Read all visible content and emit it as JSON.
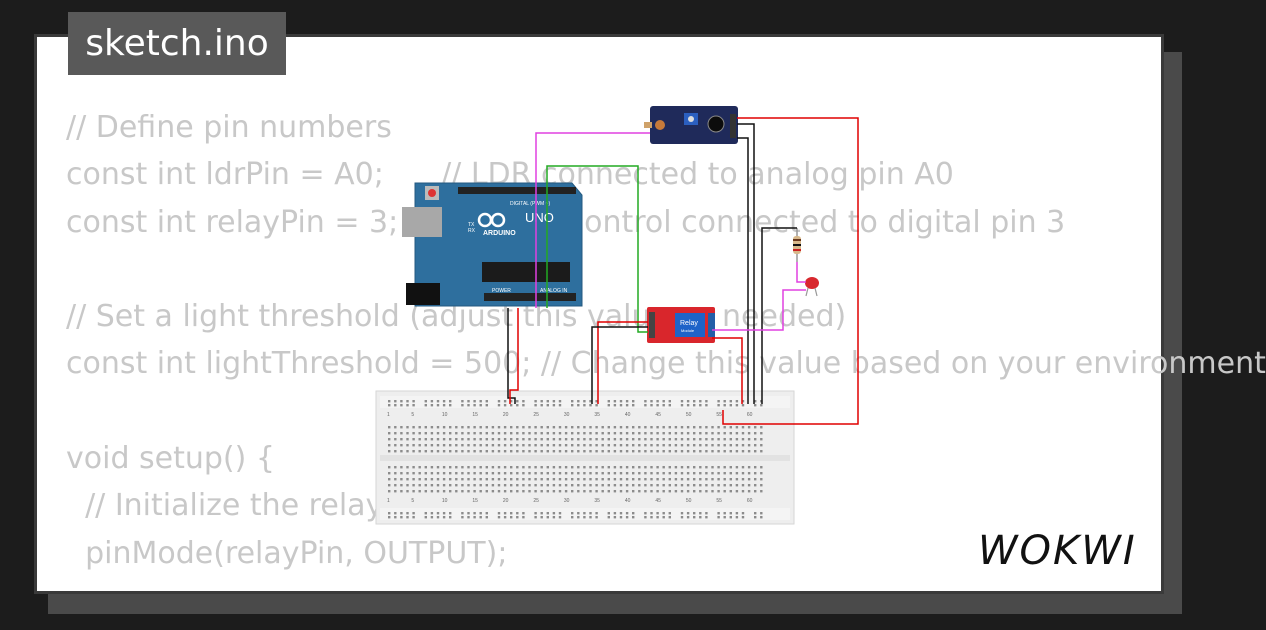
{
  "file_tab": {
    "label": "sketch.ino"
  },
  "code_lines": [
    "// Define pin numbers",
    "const int ldrPin = A0;      // LDR connected to analog pin A0",
    "const int relayPin = 3;     // Relay control connected to digital pin 3",
    "",
    "// Set a light threshold (adjust this value as needed)",
    "const int lightThreshold = 500; // Change this value based on your environment",
    "",
    "void setup() {",
    "  // Initialize the relay pin as an output",
    "  pinMode(relayPin, OUTPUT);"
  ],
  "arduino": {
    "brand": "ARDUINO",
    "model": "UNO",
    "header_digital": "DIGITAL (PWM ~)",
    "header_power": "POWER",
    "header_analog": "ANALOG IN",
    "tx": "TX",
    "rx": "RX"
  },
  "relay": {
    "label": "Relay",
    "sublabel": "Module"
  },
  "breadboard": {
    "col_numbers": [
      "1",
      "5",
      "10",
      "15",
      "20",
      "25",
      "30",
      "35",
      "40",
      "45",
      "50",
      "55",
      "60"
    ]
  },
  "brand_logo": {
    "text": "WOKWI"
  },
  "colors": {
    "background": "#1c1c1c",
    "card": "#ffffff",
    "tab": "#595959",
    "code_text": "#c8c8c8",
    "arduino_board": "#2e6f9e",
    "sensor_board": "#1f2a5a",
    "relay_board": "#d9262c",
    "wire_red": "#e00000",
    "wire_black": "#111111",
    "wire_green": "#22aa22",
    "wire_magenta": "#e040e0"
  }
}
